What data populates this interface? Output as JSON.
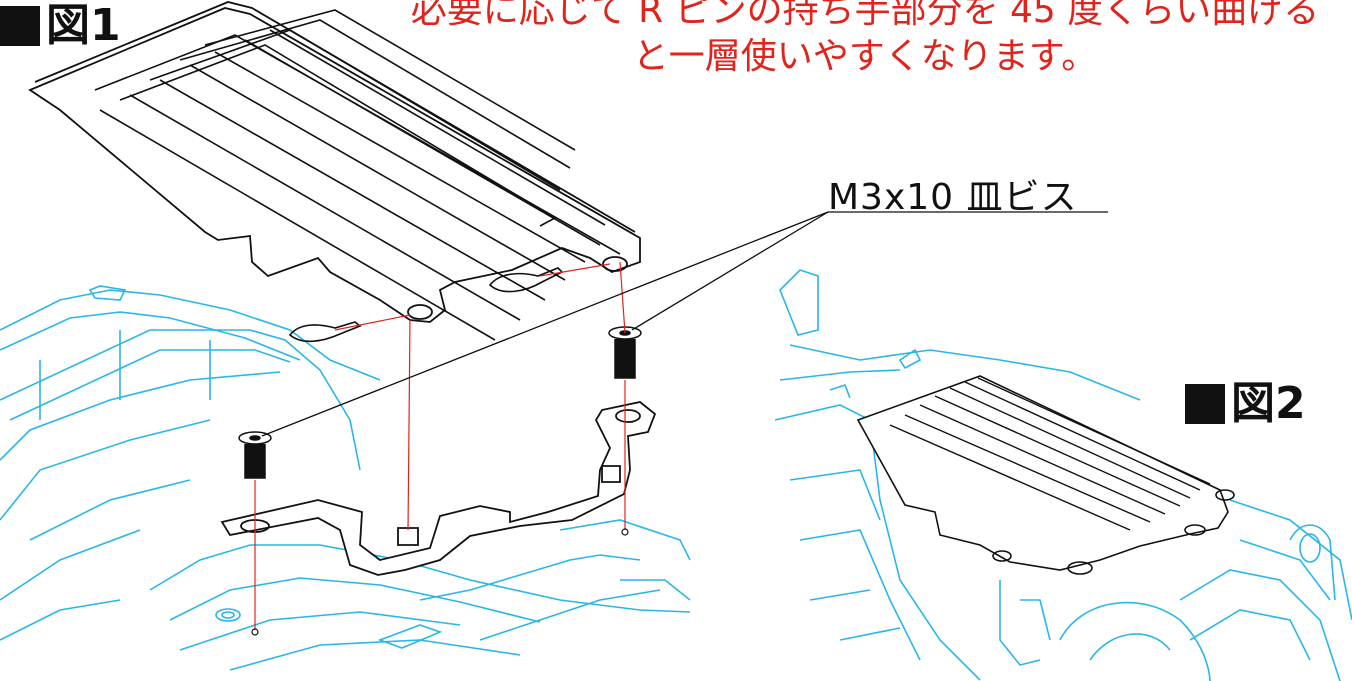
{
  "figures": {
    "fig1_label": "図1",
    "fig2_label": "図2"
  },
  "note": {
    "line1": "必要に応じて R ピンの持ち手部分を 45 度くらい曲げる",
    "line2": "と一層使いやすくなります。"
  },
  "callout": {
    "part_label": "M3x10 皿ビス"
  },
  "colors": {
    "chassis": "#29b6e8",
    "parts": "#111111",
    "note_text": "#e1241b",
    "guide_line": "#e1241b"
  }
}
